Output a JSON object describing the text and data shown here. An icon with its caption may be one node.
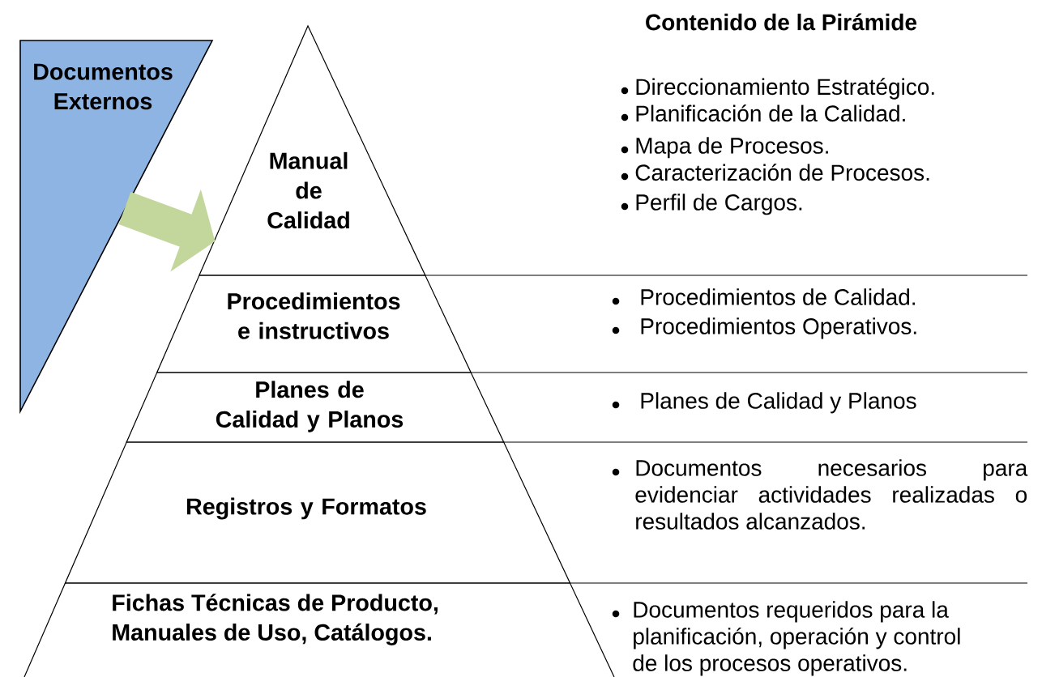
{
  "diagram": {
    "title": "Contenido de la Pirámide",
    "nodes": [
      {
        "text": [
          "Documentos Externos"
        ]
      },
      {
        "text": [
          "Manual de Calidad"
        ]
      },
      {
        "text": [
          "Procedimientos e instructivos"
        ]
      },
      {
        "text": [
          "Planes de Calidad y Planos"
        ]
      },
      {
        "text": [
          "Registros y Formatos"
        ]
      },
      {
        "text": [
          "Fichas Técnicas de Producto, Manuales de Uso, Catálogos."
        ]
      }
    ],
    "edges": [
      {
        "from": 0,
        "to": 1,
        "arrow": "to",
        "color": "#c3d69b"
      }
    ],
    "labels": [
      "Direccionamiento Estratégico.",
      "Planificación de la Calidad.",
      "Mapa de Procesos.",
      "Caracterización de Procesos.",
      "Perfil de Cargos.",
      "Procedimientos de Calidad.",
      "Procedimientos Operativos.",
      "Planes de Calidad y Planos",
      "Documentos necesarios para evidenciar actividades realizadas o resultados alcanzados.",
      "Documentos requeridos para la planificación, operación y control de los procesos operativos."
    ]
  }
}
